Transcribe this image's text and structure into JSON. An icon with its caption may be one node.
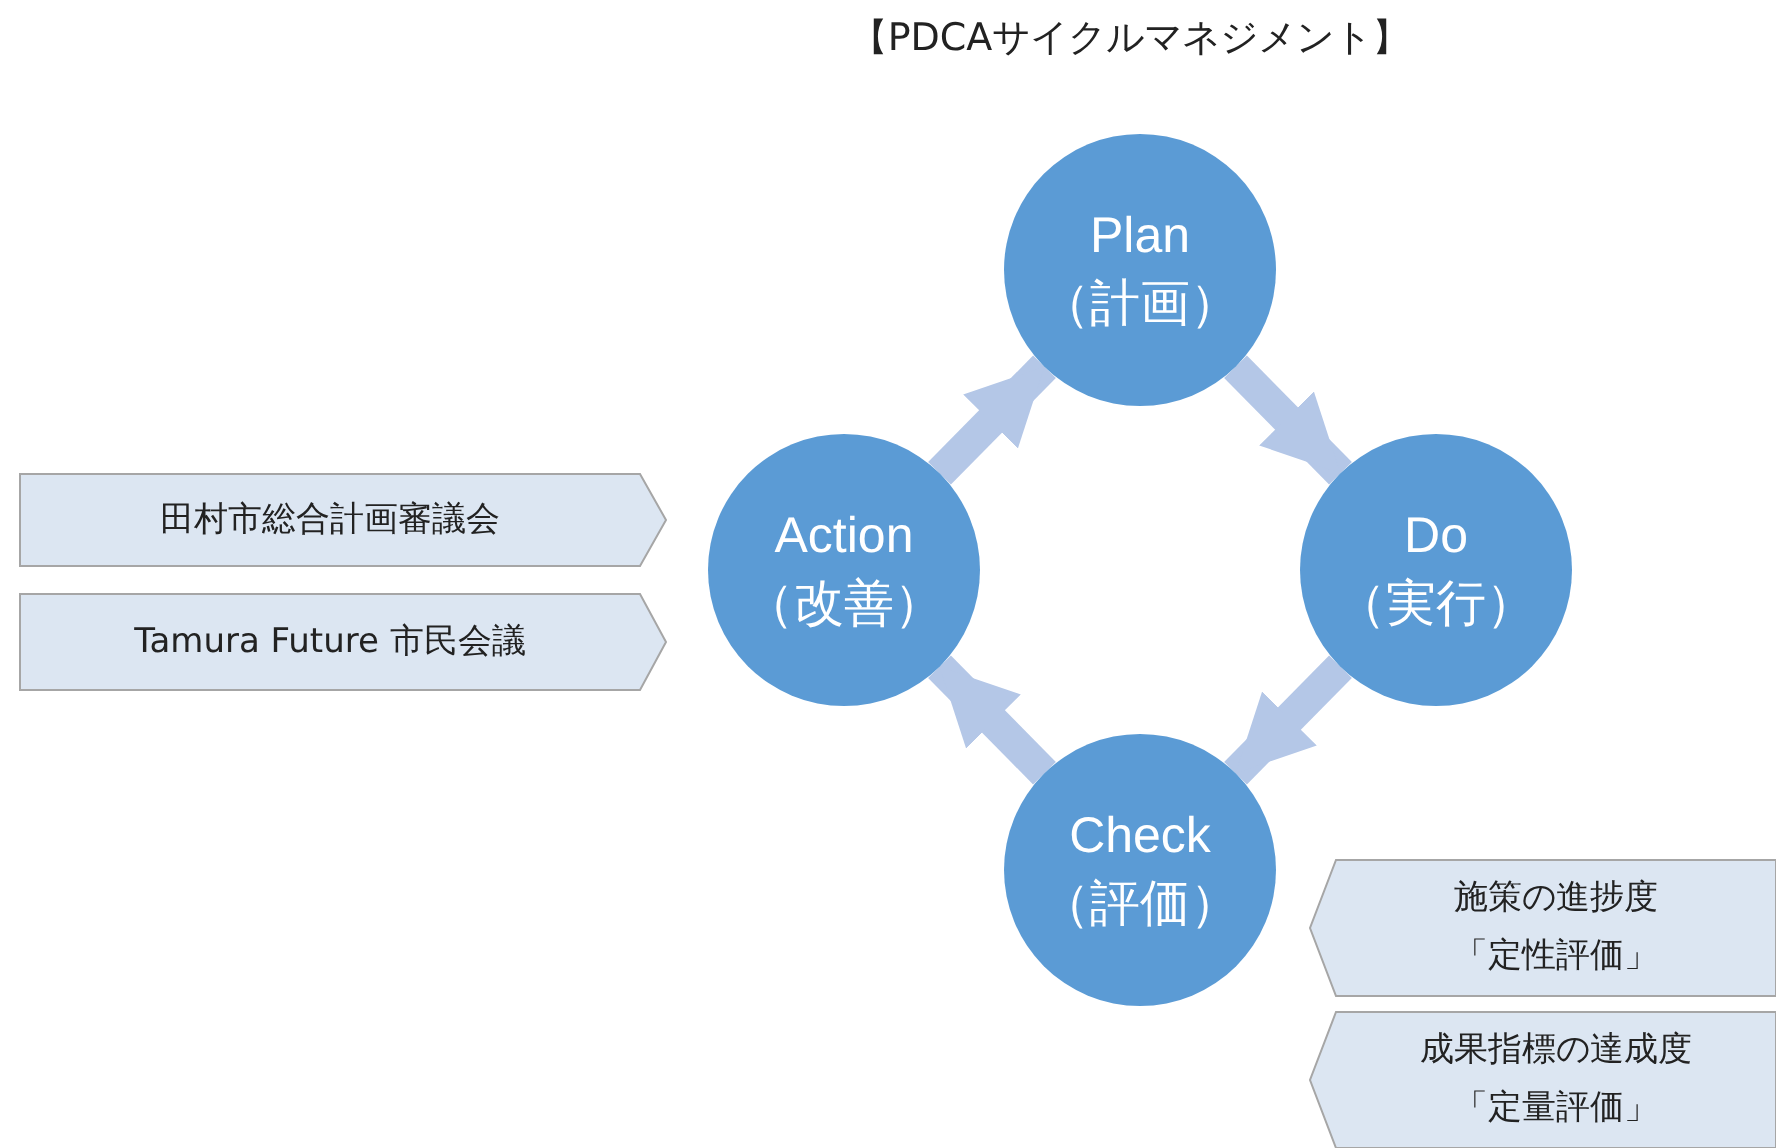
{
  "diagram": {
    "title": "【PDCAサイクルマネジメント】",
    "nodes": [
      {
        "text": [
          "Plan",
          "（計画）"
        ]
      },
      {
        "text": [
          "Do",
          "（実行）"
        ]
      },
      {
        "text": [
          "Check",
          "（評価）"
        ]
      },
      {
        "text": [
          "Action",
          "（改善）"
        ]
      },
      {
        "text": [
          "田村市総合計画審議会"
        ]
      },
      {
        "text": [
          "Tamura Future 市民会議"
        ]
      },
      {
        "text": [
          "施策の進捗度「定性評価」"
        ]
      },
      {
        "text": [
          "成果指標の達成度「定量評価」"
        ]
      }
    ],
    "edges": [
      {
        "from": 0,
        "to": 1,
        "arrow": "to"
      },
      {
        "from": 1,
        "to": 2,
        "arrow": "to"
      },
      {
        "from": 2,
        "to": 3,
        "arrow": "to"
      },
      {
        "from": 3,
        "to": 0,
        "arrow": "to"
      }
    ]
  }
}
